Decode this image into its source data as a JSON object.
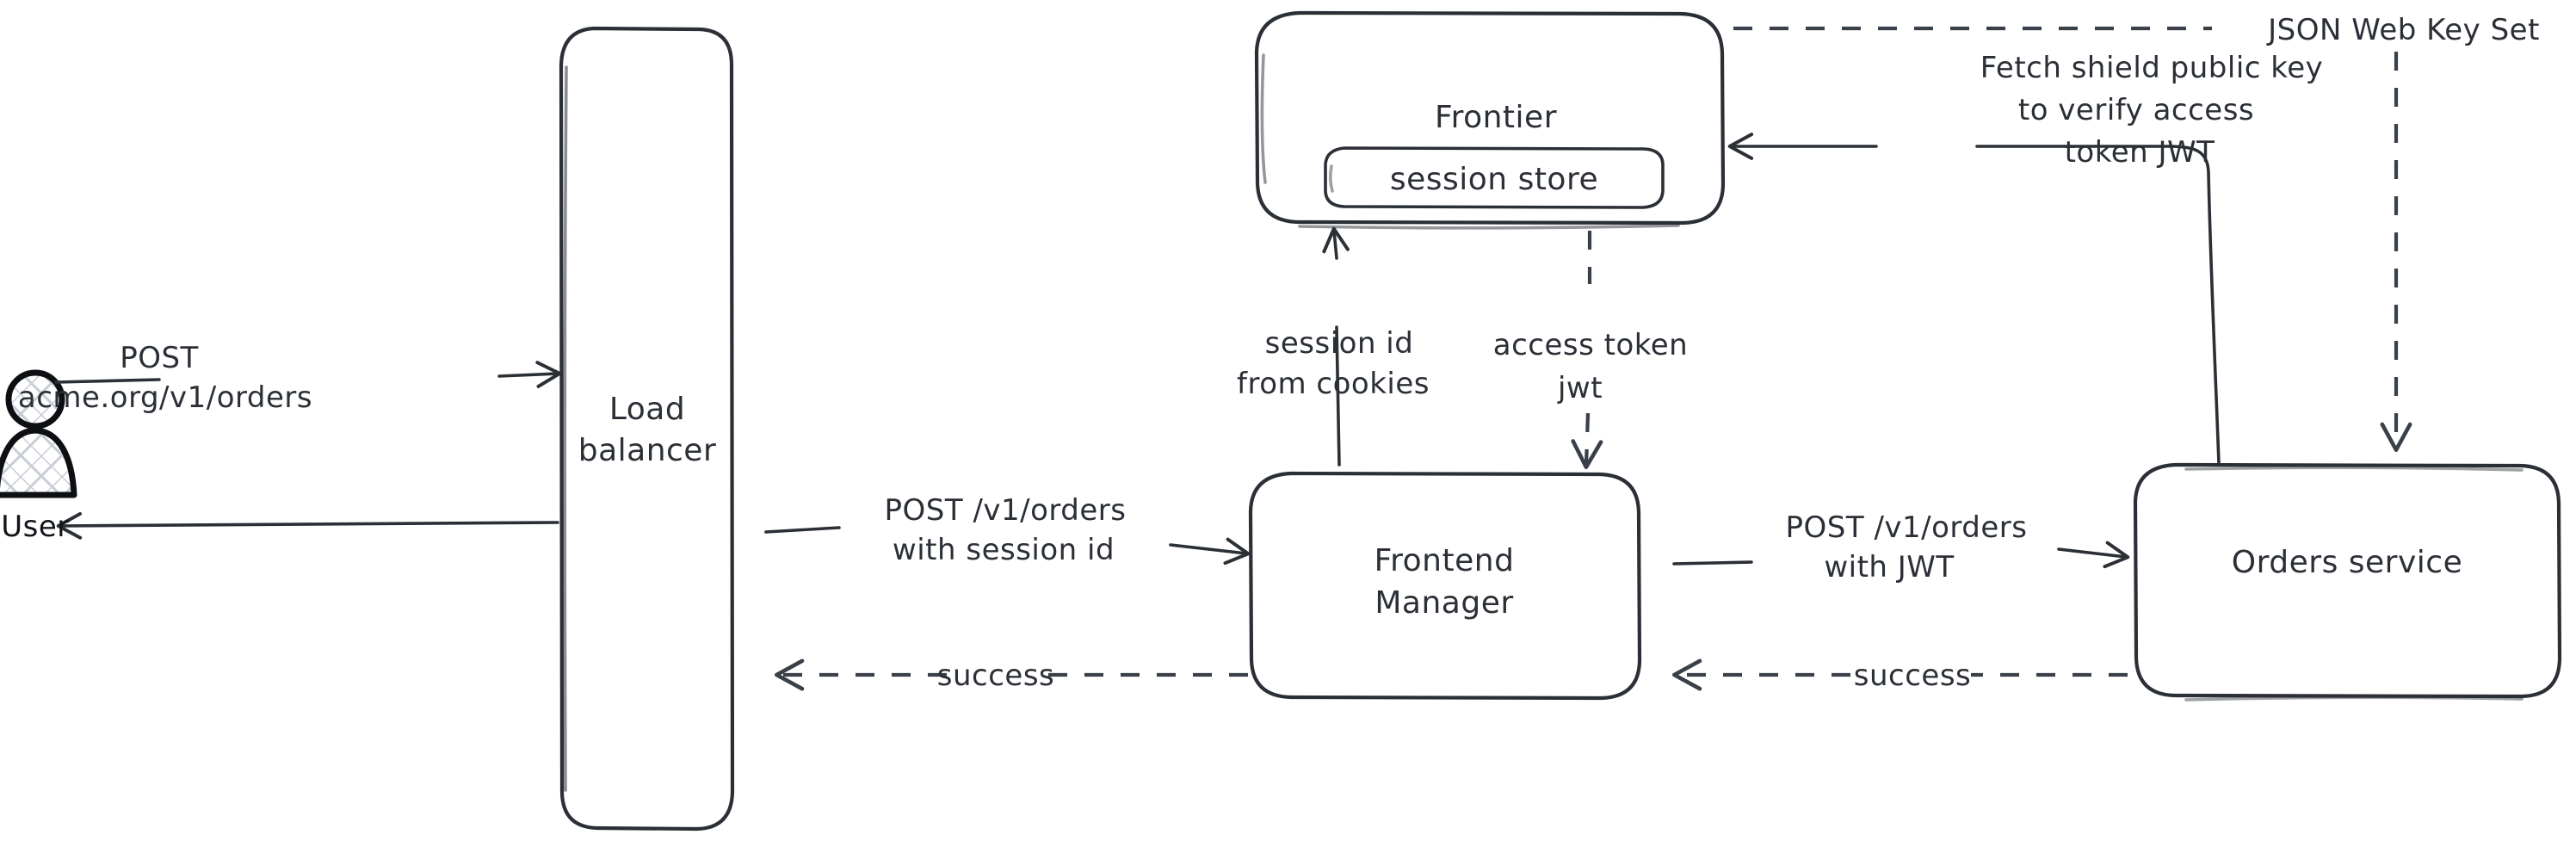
{
  "diagram": {
    "title": "Order request authentication flow",
    "background_color": "#ffffff",
    "stroke_color": "#2b2f36",
    "style": "hand-drawn whiteboard sketch"
  },
  "nodes": {
    "user": {
      "label": "User",
      "icon": "user-person-icon"
    },
    "load_balancer": {
      "label_line1": "Load",
      "label_line2": "balancer"
    },
    "frontier": {
      "label": "Frontier"
    },
    "session_store": {
      "label": "session store"
    },
    "frontend_manager": {
      "label_line1": "Frontend",
      "label_line2": "Manager"
    },
    "orders_service": {
      "label": "Orders service"
    }
  },
  "edges": {
    "user_to_lb": {
      "label_line1": "POST",
      "label_line2": "acme.org/v1/orders",
      "style": "solid",
      "direction": "right"
    },
    "lb_to_user": {
      "label": "",
      "style": "solid",
      "direction": "left"
    },
    "lb_to_fm": {
      "label_line1": "POST /v1/orders",
      "label_line2": "with session id",
      "style": "solid",
      "direction": "right"
    },
    "fm_to_lb": {
      "label": "success",
      "style": "dashed",
      "direction": "left"
    },
    "fm_to_orders": {
      "label_line1": "POST /v1/orders",
      "label_line2": "with JWT",
      "style": "solid",
      "direction": "right"
    },
    "orders_to_fm": {
      "label": "success",
      "style": "dashed",
      "direction": "left"
    },
    "fm_to_frontier": {
      "label_line1": "session id",
      "label_line2": "from cookies",
      "style": "solid",
      "direction": "up"
    },
    "frontier_to_fm": {
      "label_line1": "access token",
      "label_line2": "jwt",
      "style": "dashed",
      "direction": "down"
    },
    "orders_to_frontier": {
      "label_line1": "Fetch shield public key",
      "label_line2": "to verify access",
      "label_line3": "token JWT",
      "style": "solid",
      "direction": "left"
    },
    "jwks_to_orders": {
      "label": "JSON Web Key Set",
      "style": "dashed",
      "direction": "down"
    }
  }
}
